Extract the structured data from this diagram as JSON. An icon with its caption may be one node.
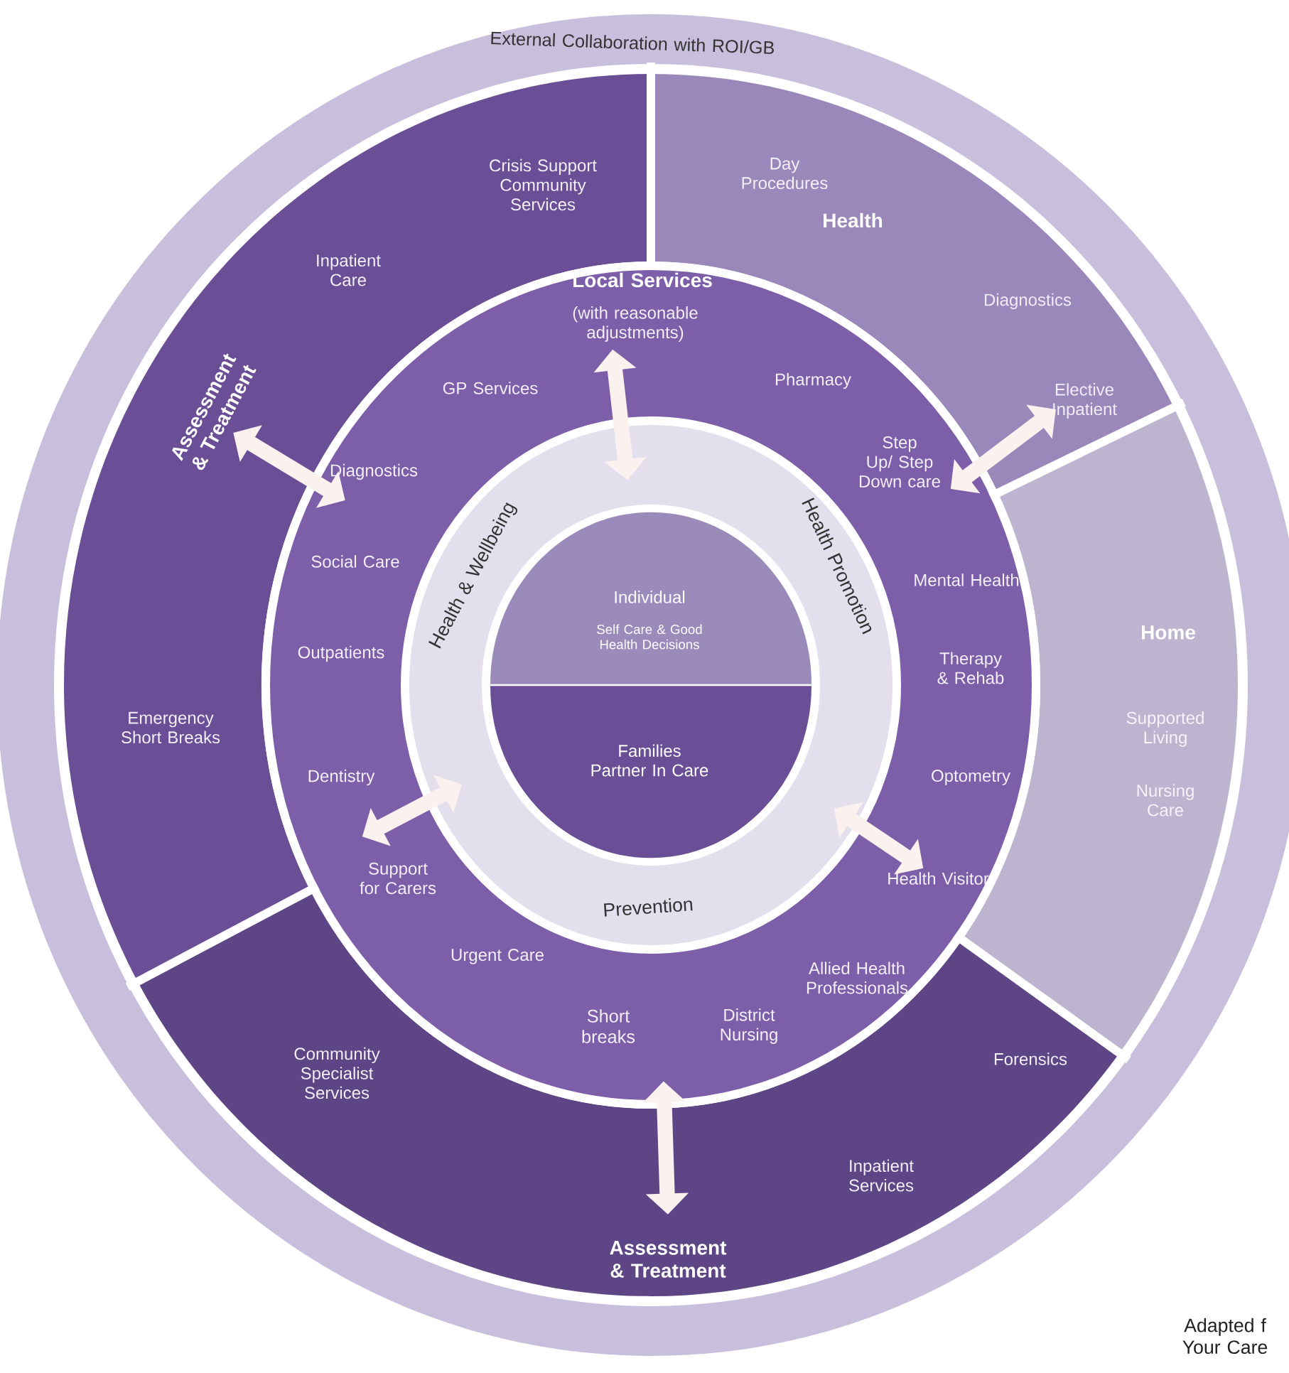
{
  "diagram": {
    "nodes": [
      {
        "text": [
          "External Collaboration with ROI/GB"
        ]
      },
      {
        "text": [
          "Assessment & Treatment",
          "Crisis Support Community Services",
          "Inpatient Care",
          "Emergency Short Breaks"
        ],
        "in": 0
      },
      {
        "text": [
          "Health",
          "Day Procedures",
          "Diagnostics",
          "Elective Inpatient"
        ],
        "in": 0
      },
      {
        "text": [
          "Home",
          "Supported Living",
          "Nursing Care"
        ],
        "in": 0
      },
      {
        "text": [
          "Assessment & Treatment",
          "Community Specialist Services",
          "Forensics",
          "Inpatient Services"
        ],
        "in": 0
      },
      {
        "text": [
          "Local Services",
          "(with reasonable adjustments)",
          "GP Services",
          "Pharmacy",
          "Diagnostics",
          "Step Up/ Step Down care",
          "Social Care",
          "Mental Health",
          "Outpatients",
          "Therapy & Rehab",
          "Dentistry",
          "Optometry",
          "Support for Carers",
          "Health Visitor",
          "Urgent Care",
          "Allied Health Professionals",
          "Short breaks",
          "District Nursing"
        ],
        "in": 0
      },
      {
        "text": [
          "Health & Wellbeing",
          "Health Promotion",
          "Prevention"
        ],
        "in": 5
      },
      {
        "text": [
          "Individual",
          "Self Care & Good Health Decisions"
        ],
        "in": 6
      },
      {
        "text": [
          "Families Partner In Care"
        ],
        "in": 6
      }
    ],
    "edges": [
      {
        "from": 1,
        "to": 5,
        "arrow": "both"
      },
      {
        "from": 2,
        "to": 5,
        "arrow": "both"
      },
      {
        "from": 5,
        "to": 6,
        "arrow": "both"
      },
      {
        "from": 5,
        "to": 6,
        "arrow": "both"
      },
      {
        "from": 6,
        "to": 5,
        "arrow": "both"
      },
      {
        "from": 5,
        "to": 4,
        "arrow": "both"
      }
    ],
    "labels": [
      "Adapted f Your Care"
    ]
  }
}
